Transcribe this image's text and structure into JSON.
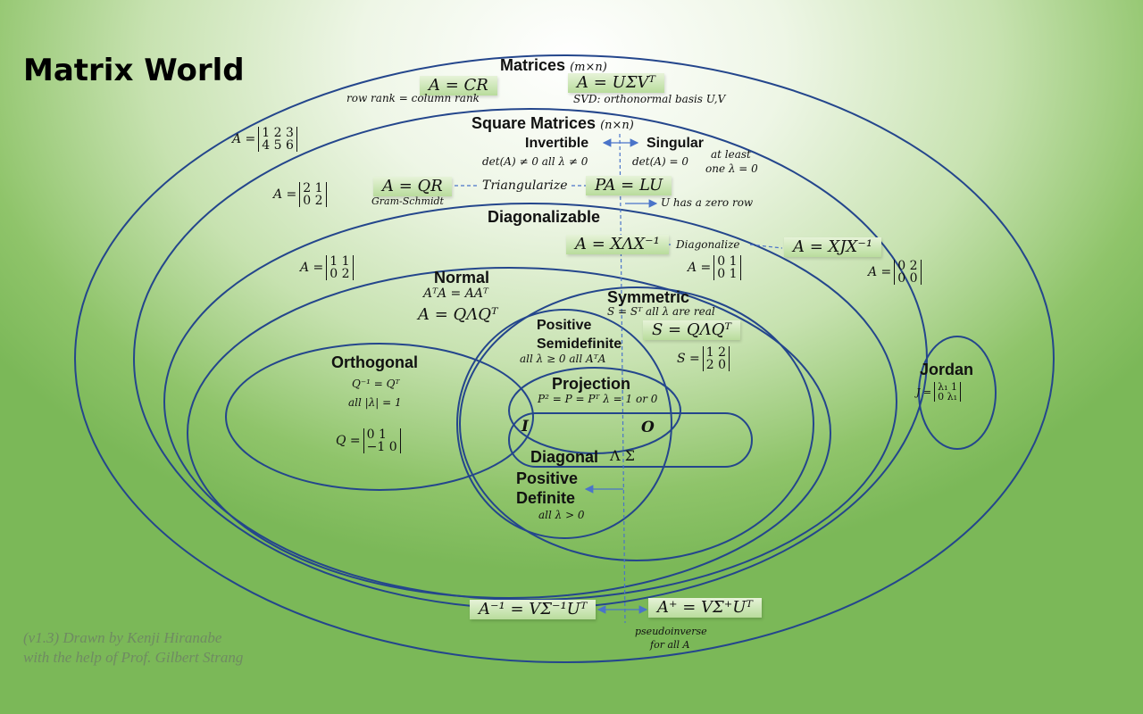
{
  "title": "Matrix World",
  "credit": {
    "line1": "(v1.3) Drawn by Kenji Hiranabe",
    "line2": "with the help of Prof. Gilbert Strang"
  },
  "matrices": {
    "label": "Matrices",
    "dim": "(m×n)",
    "cr": "A = CR",
    "cr_note": "row rank = column rank",
    "svd": "A = UΣVᵀ",
    "svd_note": "SVD:  orthonormal basis U,V",
    "example_prefix": "A =",
    "example_rows": [
      "1   2   3",
      "4   5   6"
    ]
  },
  "square": {
    "label": "Square Matrices",
    "dim": "(n×n)",
    "invertible": "Invertible",
    "invertible_cond": "det(A) ≠ 0   all λ ≠ 0",
    "singular": "Singular",
    "singular_cond": "det(A)  = 0",
    "singular_note1": "at least",
    "singular_note2": "one λ = 0",
    "qr": "A = QR",
    "qr_note": "Gram-Schmidt",
    "triangularize": "Triangularize",
    "lu": "PA = LU",
    "lu_note": "U has a zero row",
    "example_prefix": "A =",
    "example_rows": [
      "2   1",
      "0   2"
    ]
  },
  "diagonalizable": {
    "label": "Diagonalizable",
    "xlx": "A = XΛX⁻¹",
    "diagonalize": "Diagonalize",
    "xjx": "A = XJX⁻¹",
    "example_a_prefix": "A =",
    "example_a_rows": [
      "1   1",
      "0   2"
    ],
    "example_b_prefix": "A =",
    "example_b_rows": [
      "0   1",
      "0   1"
    ],
    "example_c_prefix": "A =",
    "example_c_rows": [
      "0   2",
      "0   0"
    ]
  },
  "normal": {
    "label": "Normal",
    "cond": "AᵀA = AAᵀ",
    "decomp": "A = QΛQᵀ"
  },
  "symmetric": {
    "label": "Symmetric",
    "cond": "S = Sᵀ   all λ are real",
    "decomp": "S = QΛQᵀ",
    "example_prefix": "S =",
    "example_rows": [
      "1   2",
      "2   0"
    ]
  },
  "psd": {
    "label1": "Positive",
    "label2": "Semidefinite",
    "cond": "all λ ≥ 0    all AᵀA"
  },
  "orthogonal": {
    "label": "Orthogonal",
    "cond1": "Q⁻¹ = Qᵀ",
    "cond2": "all  |λ| = 1",
    "example_prefix": "Q =",
    "example_rows": [
      " 0   1",
      "−1   0"
    ]
  },
  "projection": {
    "label": "Projection",
    "cond": "P² = P = Pᵀ  λ = 1 or 0"
  },
  "identity": "I",
  "zero": "O",
  "diagonal": {
    "label": "Diagonal",
    "symbols": "Λ  Σ"
  },
  "pd": {
    "label1": "Positive",
    "label2": "Definite",
    "cond": "all λ > 0"
  },
  "jordan": {
    "label": "Jordan",
    "example_prefix": "J =",
    "example_rows": [
      "λ₁   1",
      "0   λ₁"
    ]
  },
  "inverse": {
    "formula": "A⁻¹ = VΣ⁻¹Uᵀ",
    "pinv": "A⁺ = VΣ⁺Uᵀ",
    "note1": "pseudoinverse",
    "note2": "for all A"
  },
  "colors": {
    "outline": "#24468c",
    "connector": "#4a74c9",
    "pill": "#b9dc9c",
    "credit": "#6f8a62"
  }
}
